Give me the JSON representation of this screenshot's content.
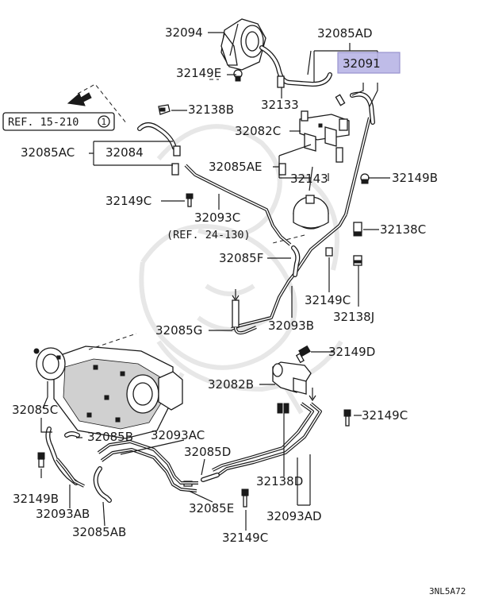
{
  "diagram": {
    "code": "3NL5A72",
    "highlight_part": "32091",
    "labels": {
      "p32094": "32094",
      "p32085AD": "32085AD",
      "p32091": "32091",
      "p32149E": "32149E",
      "p32133": "32133",
      "p32138B": "32138B",
      "p32082C": "32082C",
      "p32085AC": "32085AC",
      "p32084": "32084",
      "p32085AE": "32085AE",
      "p32143": "32143",
      "p32149B_top": "32149B",
      "p32149C_a": "32149C",
      "p32093C": "32093C",
      "p32138C": "32138C",
      "p32085F": "32085F",
      "p32149C_b": "32149C",
      "p32138J": "32138J",
      "p32085G": "32085G",
      "p32093B": "32093B",
      "p32149D": "32149D",
      "p32082B": "32082B",
      "p32085C": "32085C",
      "p32149C_c": "32149C",
      "p32085B": "32085B",
      "p32093AC": "32093AC",
      "p32085D": "32085D",
      "p32149B_bottom": "32149B",
      "p32138D": "32138D",
      "p32093AB": "32093AB",
      "p32085E": "32085E",
      "p32093AD": "32093AD",
      "p32085AB": "32085AB",
      "p32149C_d": "32149C"
    },
    "refs": {
      "ref_15_210": "REF. 15-210",
      "ref_15_210_num": "1",
      "ref_24_130": "(REF. 24-130)"
    }
  }
}
